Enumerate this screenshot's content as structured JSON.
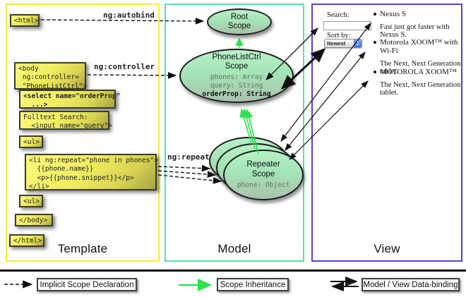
{
  "panels": {
    "template": {
      "title": "Template"
    },
    "model": {
      "title": "Model"
    },
    "view": {
      "title": "View"
    }
  },
  "template": {
    "boxes": [
      {
        "id": "html-open",
        "text": "<html>"
      },
      {
        "id": "body-open",
        "text": "<body\n ng:controller=\n \"PhoneListCtrl\">"
      },
      {
        "id": "select",
        "text": "<select name=\"orderProp\"\n  ...>"
      },
      {
        "id": "fulltext",
        "text": "Fulltext Search:\n  <input name=\"query\">"
      },
      {
        "id": "ul-1",
        "text": "<ul>"
      },
      {
        "id": "li-repeat",
        "text": "<li ng:repeat=\"phone in phones\">\n  {{phone.name}}\n  <p>{{phone.snippet}}</p>\n</li>"
      },
      {
        "id": "ul-2",
        "text": "<ul>"
      },
      {
        "id": "body-close",
        "text": "</body>"
      },
      {
        "id": "html-close",
        "text": "</html>"
      }
    ]
  },
  "directives": {
    "autobind": "ng:autobind",
    "controller": "ng:controller",
    "repeat": "ng:repeat"
  },
  "model": {
    "root_scope": {
      "title": "Root\nScope"
    },
    "phonelist_scope": {
      "title": "PhoneListCtrl\nScope",
      "prop_phones": "phones: Array",
      "prop_query": "query: String",
      "prop_orderprop": "orderProp: String"
    },
    "repeater_scope": {
      "title": "Repeater\nScope",
      "prop_phone": "phone: Object"
    }
  },
  "view": {
    "search_label": "Search:",
    "search_value": "",
    "sort_label": "Sort by:",
    "sort_value": "Newest",
    "items": [
      {
        "name": "Nexus S",
        "desc": "Fast just got faster with Nexus S."
      },
      {
        "name": "Motorola XOOM™ with Wi-Fi",
        "desc": "The Next, Next Generation tablet."
      },
      {
        "name": "MOTOROLA XOOM™",
        "desc": "The Next, Next Generation tablet."
      }
    ]
  },
  "legend": {
    "implicit": "Implicit Scope Declaration",
    "inheritance": "Scope Inheritance",
    "databinding": "Model / View Data-binding"
  },
  "colors": {
    "template_border": "#f0ec3f",
    "model_border": "#4ee6a6",
    "view_border": "#5940cf",
    "box_yellow": "#f0ed60",
    "scope_green": "#a4e4b6",
    "inheritance_green": "#2be24e",
    "arrow_black": "#111111"
  }
}
